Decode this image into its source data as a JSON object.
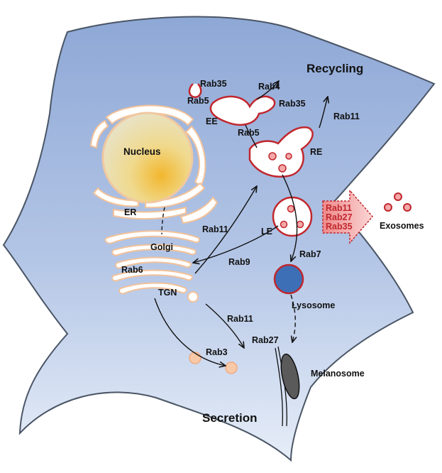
{
  "headings": {
    "recycling": "Recycling",
    "secretion": "Secretion"
  },
  "organelles": {
    "nucleus": "Nucleus",
    "er": "ER",
    "golgi": "Golgi",
    "tgn": "TGN",
    "ee": "EE",
    "re": "RE",
    "le": "LE",
    "lysosome": "Lysosome",
    "melanosome": "Melanosome",
    "exosomes": "Exosomes"
  },
  "rabs": {
    "rab35_top": "Rab35",
    "rab5_ee": "Rab5",
    "rab4": "Rab4",
    "rab35_ee": "Rab35",
    "rab5_lower": "Rab5",
    "rab11_re": "Rab11",
    "rab11_golgi": "Rab11",
    "rab9": "Rab9",
    "rab7": "Rab7",
    "rab6": "Rab6",
    "rab11_tgn": "Rab11",
    "rab27": "Rab27",
    "rab3": "Rab3"
  },
  "exosome_box": [
    "Rab11",
    "Rab27",
    "Rab35"
  ],
  "colors": {
    "cell_fill_top": "#8fa9d6",
    "cell_fill_bottom": "#e4ecf7",
    "vesicle_border": "#c0272d",
    "nucleus_fill": "#f3d27a",
    "golgi_border": "#f2c29a",
    "lysosome_fill": "#3d6fb6",
    "exosome_box": "#f19a9a"
  }
}
